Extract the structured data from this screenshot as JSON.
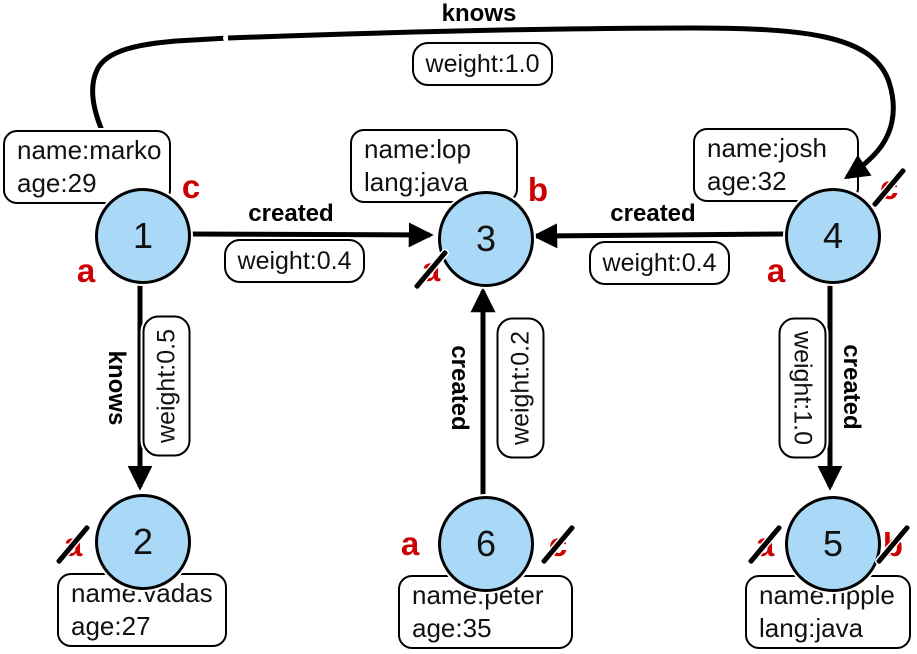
{
  "diagram": {
    "type": "property-graph",
    "nodes": {
      "v1": {
        "id": "1",
        "properties": [
          "name:marko",
          "age:29"
        ]
      },
      "v2": {
        "id": "2",
        "properties": [
          "name:vadas",
          "age:27"
        ]
      },
      "v3": {
        "id": "3",
        "properties": [
          "name:lop",
          "lang:java"
        ]
      },
      "v4": {
        "id": "4",
        "properties": [
          "name:josh",
          "age:32"
        ]
      },
      "v5": {
        "id": "5",
        "properties": [
          "name:ripple",
          "lang:java"
        ]
      },
      "v6": {
        "id": "6",
        "properties": [
          "name:peter",
          "age:35"
        ]
      }
    },
    "edges": {
      "marko_knows_josh": {
        "from": "1",
        "to": "4",
        "label": "knows",
        "weight": "weight:1.0"
      },
      "marko_created_lop": {
        "from": "1",
        "to": "3",
        "label": "created",
        "weight": "weight:0.4"
      },
      "josh_created_lop": {
        "from": "4",
        "to": "3",
        "label": "created",
        "weight": "weight:0.4"
      },
      "marko_knows_vadas": {
        "from": "1",
        "to": "2",
        "label": "knows",
        "weight": "weight:0.5"
      },
      "peter_created_lop": {
        "from": "6",
        "to": "3",
        "label": "created",
        "weight": "weight:0.2"
      },
      "josh_created_ripple": {
        "from": "4",
        "to": "5",
        "label": "created",
        "weight": "weight:1.0"
      }
    },
    "traversal_markers": {
      "v1_right": {
        "letter": "c",
        "slashed": false
      },
      "v1_left": {
        "letter": "a",
        "slashed": false
      },
      "v3_right": {
        "letter": "b",
        "slashed": false
      },
      "v3_left": {
        "letter": "a",
        "slashed": true
      },
      "v4_right": {
        "letter": "c",
        "slashed": true
      },
      "v4_left": {
        "letter": "a",
        "slashed": false
      },
      "v2_left": {
        "letter": "a",
        "slashed": true
      },
      "v6_left": {
        "letter": "a",
        "slashed": false
      },
      "v6_right": {
        "letter": "c",
        "slashed": true
      },
      "v5_left": {
        "letter": "a",
        "slashed": true
      },
      "v5_right": {
        "letter": "b",
        "slashed": true
      }
    },
    "colors": {
      "node_fill": "#aad9f7",
      "node_stroke": "#000000",
      "edge": "#000000",
      "marker_red": "#cc0000",
      "box_bg": "#ffffff"
    }
  }
}
